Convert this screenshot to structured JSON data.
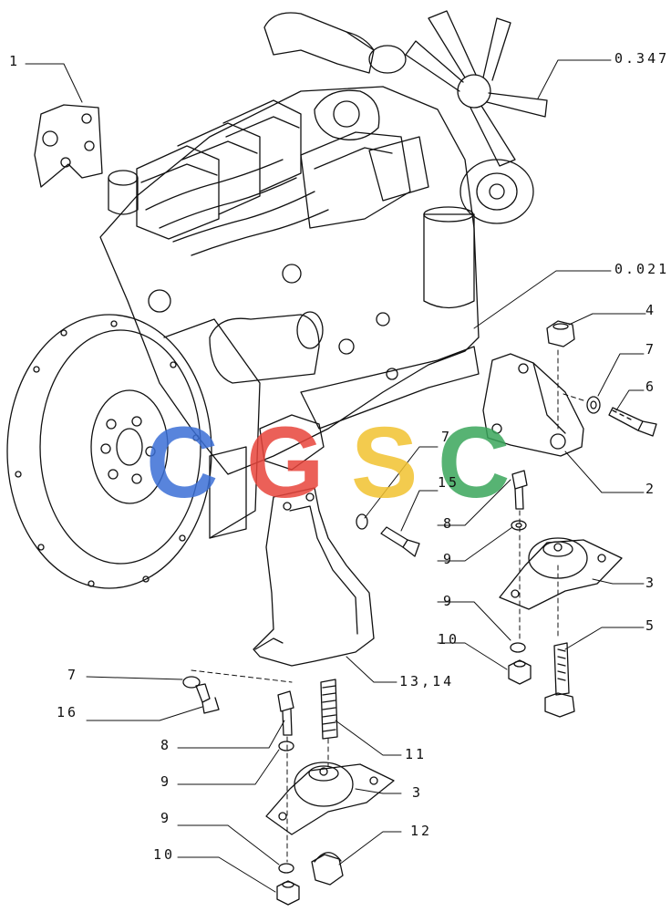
{
  "diagram": {
    "callouts": [
      {
        "id": "c-1",
        "text": "1"
      },
      {
        "id": "c-0347",
        "text": "0.347"
      },
      {
        "id": "c-0021",
        "text": "0.021"
      },
      {
        "id": "c-4",
        "text": "4"
      },
      {
        "id": "c-7a",
        "text": "7"
      },
      {
        "id": "c-6",
        "text": "6"
      },
      {
        "id": "c-7b",
        "text": "7"
      },
      {
        "id": "c-2",
        "text": "2"
      },
      {
        "id": "c-15",
        "text": "15"
      },
      {
        "id": "c-8a",
        "text": "8"
      },
      {
        "id": "c-9a",
        "text": "9"
      },
      {
        "id": "c-3a",
        "text": "3"
      },
      {
        "id": "c-9b",
        "text": "9"
      },
      {
        "id": "c-5",
        "text": "5"
      },
      {
        "id": "c-10a",
        "text": "10"
      },
      {
        "id": "c-7c",
        "text": "7"
      },
      {
        "id": "c-16",
        "text": "16"
      },
      {
        "id": "c-1314",
        "text": "13,14"
      },
      {
        "id": "c-8b",
        "text": "8"
      },
      {
        "id": "c-11",
        "text": "11"
      },
      {
        "id": "c-9c",
        "text": "9"
      },
      {
        "id": "c-3b",
        "text": "3"
      },
      {
        "id": "c-9d",
        "text": "9"
      },
      {
        "id": "c-12",
        "text": "12"
      },
      {
        "id": "c-10b",
        "text": "10"
      }
    ],
    "watermark": {
      "letters": [
        "C",
        "G",
        "S",
        "C"
      ],
      "colors": [
        "#3b6fd6",
        "#e8453c",
        "#f2c230",
        "#3aa65b"
      ]
    }
  }
}
